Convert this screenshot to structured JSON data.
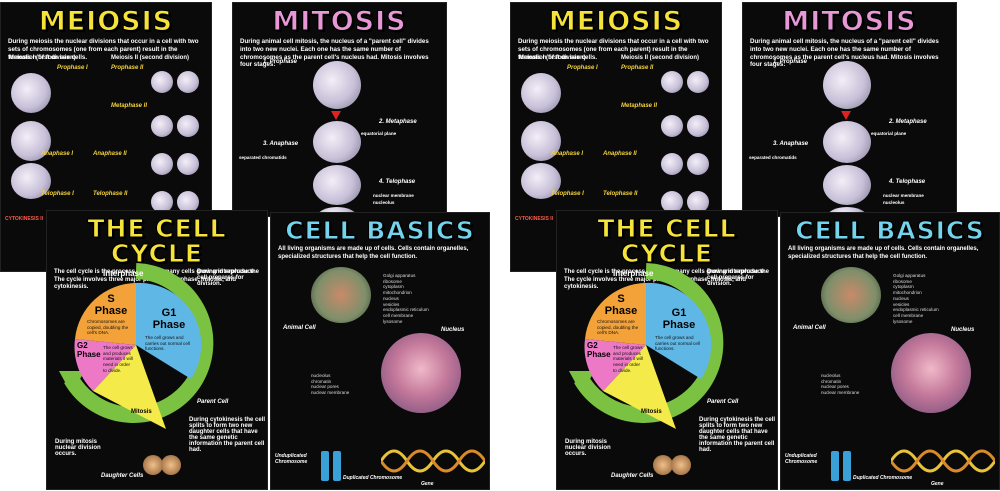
{
  "posters": {
    "meiosis": {
      "title": "MEIOSIS",
      "intro": "During meiosis the nuclear divisions that occur in a cell with two sets of chromosomes (one from each parent) result in the formation of four sex cells.",
      "meiosis1": "Meiosis I (first division)",
      "meiosis2": "Meiosis II (second division)",
      "prophase1": "Prophase I",
      "prophase2": "Prophase II",
      "metaphase2": "Metaphase II",
      "anaphase1": "Anaphase I",
      "anaphase2": "Anaphase II",
      "telophase1": "Telophase I",
      "telophase2": "Telophase II",
      "cytokinesis": "CYTOKINESIS II"
    },
    "mitosis": {
      "title": "MITOSIS",
      "intro": "During animal cell mitosis, the nucleus of a \"parent cell\" divides into two new nuclei. Each one has the same number of chromosomes as the parent cell's nucleus had. Mitosis involves four stages:",
      "stage1": "1. Prophase",
      "stage2": "2. Metaphase",
      "stage3": "3. Anaphase",
      "stage4": "4. Telophase",
      "equatorial": "equatorial plane",
      "separated": "separated chromatids",
      "nuclear_membrane": "nuclear membrane",
      "nucleolus": "nucleolus"
    },
    "cycle": {
      "title": "THE CELL CYCLE",
      "intro": "The cell cycle is the process by which many cells grow and reproduce. The cycle involves three major phases: interphase, mitosis, and cytokinesis.",
      "interphase_ring": "Interphase",
      "during_interphase": "During interphase the cell prepares for division.",
      "s_phase": "S Phase",
      "s_text": "Chromosomes are copied, doubling the cell's DNA.",
      "g1_phase": "G1 Phase",
      "g1_text": "The cell grows and carries out normal cell functions.",
      "g2_phase": "G2 Phase",
      "g2_text": "The cell grows and produces materials it will need in order to divide.",
      "mitosis": "Mitosis",
      "parent_cell": "Parent Cell",
      "during_mitosis": "During mitosis nuclear division occurs.",
      "during_cytokinesis": "During cytokinesis the cell splits to form two new daughter cells that have the same genetic information the parent cell had.",
      "daughter_cells": "Daughter Cells"
    },
    "basics": {
      "title": "CELL BASICS",
      "intro": "All living organisms are made up of cells. Cells contain organelles, specialized structures that help the cell function.",
      "organelles": [
        "Golgi apparatus",
        "ribosome",
        "cytoplasm",
        "mitochondrion",
        "nucleus",
        "vesicles",
        "endoplasmic reticulum",
        "cell membrane",
        "lysosome"
      ],
      "animal_cell": "Animal Cell",
      "nucleus": "Nucleus",
      "nucleus_labels": [
        "nucleolus",
        "chromatin",
        "nuclear pores",
        "nuclear membrane"
      ],
      "undup": "Unduplicated Chromosome",
      "dup": "Duplicated Chromosome",
      "gene": "Gene"
    }
  },
  "colors": {
    "meiosis_title": "#f6e33a",
    "mitosis_title": "#e898d6",
    "cycle_title": "#f7e43b",
    "basics_title": "#74d4ee",
    "s_phase": "#f3a23a",
    "g1_phase": "#5fb7e6",
    "g2_phase": "#ec78c6",
    "mitosis_wedge": "#f4ea4a",
    "interphase_ring": "#7cc242"
  }
}
